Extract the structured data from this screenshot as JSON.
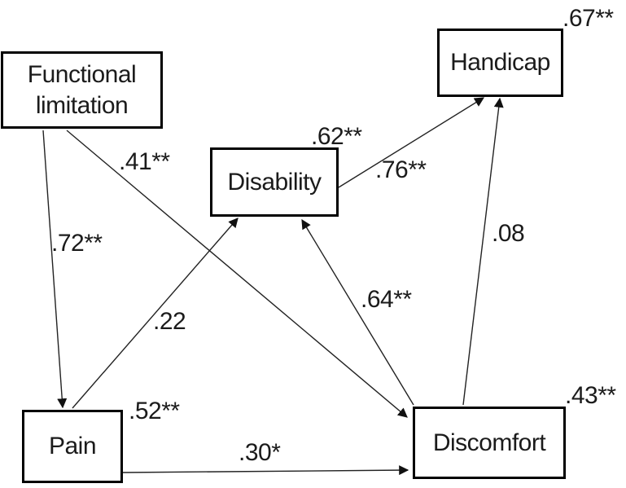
{
  "diagram_type": "path-model",
  "colors": {
    "background": "#ffffff",
    "box_border": "#000000",
    "line": "#222222",
    "text": "#1b1b1b"
  },
  "nodes": {
    "functional_limitation": {
      "label": "Functional limitation"
    },
    "disability": {
      "label": "Disability",
      "variance": ".62**"
    },
    "handicap": {
      "label": "Handicap",
      "variance": ".67**"
    },
    "pain": {
      "label": "Pain",
      "variance": ".52**"
    },
    "discomfort": {
      "label": "Discomfort",
      "variance": ".43**"
    }
  },
  "paths": {
    "fl_to_pain": {
      "from": "Functional limitation",
      "to": "Pain",
      "label": ".72**"
    },
    "fl_to_discomfort": {
      "from": "Functional limitation",
      "to": "Discomfort",
      "label": ".41**"
    },
    "pain_to_disability": {
      "from": "Pain",
      "to": "Disability",
      "label": ".22"
    },
    "pain_to_discomfort": {
      "from": "Pain",
      "to": "Discomfort",
      "label": ".30*"
    },
    "discomfort_to_disability": {
      "from": "Discomfort",
      "to": "Disability",
      "label": ".64**"
    },
    "disability_to_handicap": {
      "from": "Disability",
      "to": "Handicap",
      "label": ".76**"
    },
    "discomfort_to_handicap": {
      "from": "Discomfort",
      "to": "Handicap",
      "label": ".08"
    }
  }
}
